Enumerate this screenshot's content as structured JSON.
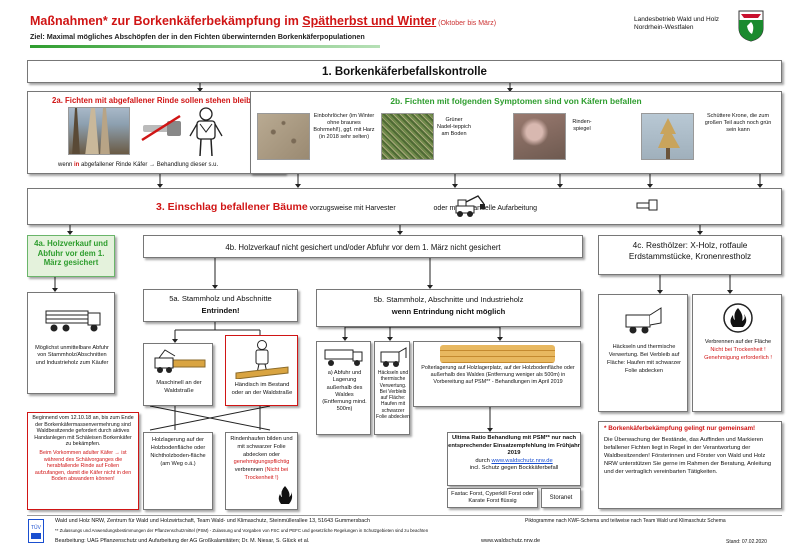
{
  "header": {
    "title_part1": "Maßnahmen* zur Borkenkäferbekämpfung im ",
    "title_part2": "Spätherbst und Winter",
    "title_note": " (Oktober bis März)",
    "subtitle": "Ziel: Maximal mögliches Abschöpfen der in den Fichten überwinternden Borkenkäferpopulationen",
    "org_line1": "Landesbetrieb Wald und Holz",
    "org_line2": "Nordrhein-Westfalen"
  },
  "step1": {
    "title": "1. Borkenkäferbefallskontrolle"
  },
  "box2a": {
    "title": "2a. Fichten mit abgefallener Rinde sollen stehen bleiben",
    "caption_pre": "wenn ",
    "caption_em": "in",
    "caption_post": " abgefallener Rinde Käfer → Behandlung dieser s.u."
  },
  "box2b": {
    "title": "2b. Fichten mit folgenden Symptomen sind von Käfern befallen",
    "symptom1": "Einbohrlöcher (im Winter ohne braunes Bohrmehl!), ggf. mit Harz (in 2018 sehr selten)",
    "symptom2": "Grüner Nadel-teppich am Boden",
    "symptom3": "Rinden-spiegel",
    "symptom4": "Schüttere Krone, die zum großen Teil auch noch grün sein kann"
  },
  "step3": {
    "title": "3. Einschlag befallener Bäume",
    "mid": " vorzugsweise mit Harvester ",
    "end": " oder motormanuelle Aufarbeitung"
  },
  "box4a": {
    "title": "4a. Holzverkauf und Abfuhr vor dem 1. März gesichert",
    "text": "Möglichst unmittelbare Abfuhr von Stammholz/Abschnitten und Industrieholz zum Käufer"
  },
  "box4b": {
    "title": "4b. Holzverkauf nicht gesichert und/oder Abfuhr vor dem 1. März nicht gesichert"
  },
  "box4c": {
    "title": "4c. Resthölzer: X-Holz, rotfaule Erdstammstücke, Kronenrestholz"
  },
  "box5a": {
    "title": "5a. Stammholz und Abschnitte",
    "subtitle": "Entrinden!",
    "opt1": "Maschinell an der Waldstraße",
    "opt2": "Händisch im Bestand oder an der Waldstraße"
  },
  "box5b": {
    "title": "5b. Stammholz, Abschnitte und Industrieholz",
    "subtitle": "wenn Entrindung nicht möglich",
    "opt_a": "a) Abfuhr und Lagerung außerhalb des Waldes (Entfernung mind. 500m)",
    "opt_b": "Häckseln und thermische Verwertung. Bei Verbleib auf Fläche: Haufen mit schwarzer Folie abdecken",
    "opt_c": "Polterlagerung auf Holzlagerplatz, auf der Holzbodenfläche oder außerhalb des Waldes (Entfernung weniger als 500m) in Vorbereitung auf PSM** - Behandlungen im April 2019",
    "ultima1": "Ultima Ratio Behandlung mit PSM** nur nach entsprechender Einsatzempfehlung im Frühjahr 2019",
    "ultima2": "durch ",
    "ultima_link": "www.waldschutz.nrw.de",
    "ultima3": "incl. Schutz gegen Bockkäferbefall",
    "products1": "Fastac Forst, Cyperkill Forst oder Karate Forst flüssig",
    "products2": "Storanet"
  },
  "box4c_opts": {
    "opt1": "Häckseln und thermische Verwertung. Bei Verbleib auf Fläche: Haufen mit schwarzer Folie abdecken",
    "opt2a": "Verbrennen auf der Fläche",
    "opt2b": "Nicht bei Trockenheit !",
    "opt2c": "Genehmigung erforderlich !"
  },
  "note_left": {
    "text1": "Beginnend vom 12.10.18 an, bis zum Ende der Borkenkäfermassenvermehrung sind Waldbesitzende gefordert durch aktives Handanlegen mit Schäleisen Borkenkäfer zu bekämpfen.",
    "text2": "Beim Vorkommen adulter Käfer → ist während des Schälvorganges die herabfallende Rinde auf Folien aufzufangen, damit die Käfer nicht in den Boden abwandern können!"
  },
  "storage": {
    "left": "Holzlagerung auf der Holzbodenfläche oder Nichtholzboden-fläche (am Weg o.ä.)",
    "right1": "Rindenhaufen bilden und mit schwarzer Folie abdecken oder ",
    "right2": "genehmigungspflichtig",
    "right3": " verbrennen ",
    "right4": "(Nicht bei Trockenheit !)"
  },
  "note_right": {
    "title": "* Borkenkäferbekämpfung gelingt nur gemeinsam!",
    "text": "Die Überwachung der Bestände, das Auffinden und Markieren befallener Fichten liegt in Regel in der Verantwortung der Waldbesitzenden! Försterinnen und Förster von Wald und Holz NRW unterstützen Sie gerne im Rahmen der Beratung, Anleitung und der vertraglich vereinbarten Tätigkeiten."
  },
  "footer": {
    "line1": "Wald und Holz NRW, Zentrum für Wald und Holzwirtschaft, Team Wald- und Klimaschutz, Steinmüllerallee 13, 51643 Gummersbach",
    "line1_right": "Piktogramme nach KWF-Schema und teilweise nach Team Wald und Klimaschutz Schema",
    "line2": "** Zulassungs und Anwendungsbestimmungen der Pflanzenschutzmittel (PSM) - Zulassung und Vorgaben von FSC und PEFC und gesetzliche Regelungen in Schutzgebieten sind zu beachten",
    "line3": "Bearbeitung: UAG Pflanzenschutz und Aufarbeitung der AG Großkalamitäten; Dr. M. Niesar, S. Glück et al.",
    "url": "www.waldschutz.nrw.de",
    "date": "Stand: 07.02.2020"
  },
  "colors": {
    "red": "#d01515",
    "green": "#2e9d2e",
    "orange": "#e08a1e",
    "wood": "#d9a441"
  }
}
